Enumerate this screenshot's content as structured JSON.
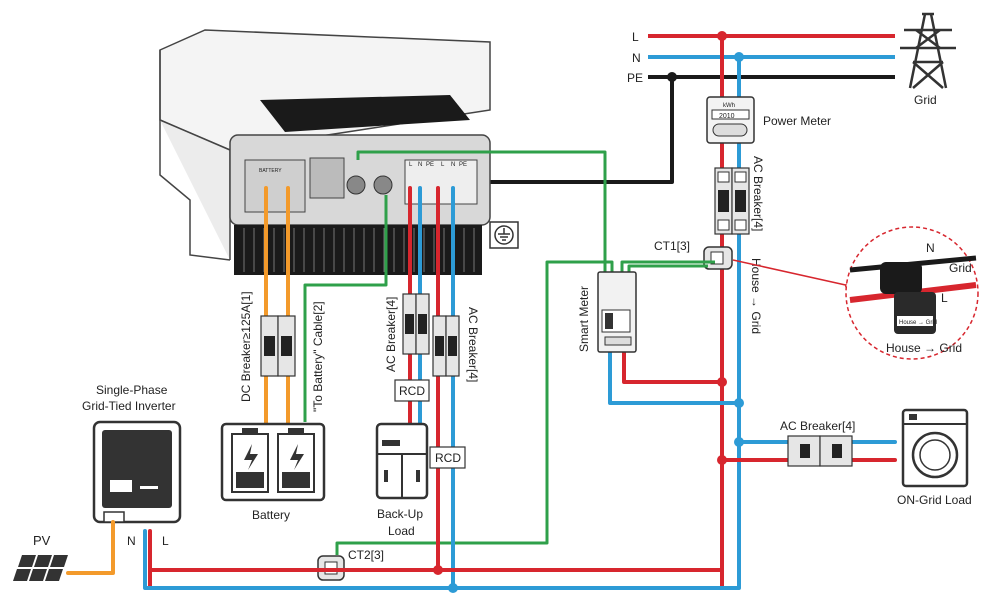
{
  "colors": {
    "live": "#d7262e",
    "neutral": "#2d9bd6",
    "pe": "#1a1a1a",
    "comm": "#2fa04a",
    "dc": "#f39a2b",
    "device_grey": "#cfcfcf",
    "breaker": "#e6e6e6"
  },
  "bus": {
    "l": "L",
    "n": "N",
    "pe": "PE"
  },
  "grid": {
    "label": "Grid",
    "icon": "transmission-tower-icon"
  },
  "power_meter": {
    "label": "Power Meter",
    "unit": "kWh",
    "reading": "2010"
  },
  "ac_breaker_main": {
    "label": "AC Breaker[4]"
  },
  "ct1": {
    "label": "CT1[3]"
  },
  "ct2": {
    "label": "CT2[3]"
  },
  "house_grid_direction": "House → Grid",
  "smart_meter": {
    "label": "Smart Meter"
  },
  "ac_breaker_load": {
    "label": "AC Breaker[4]"
  },
  "on_grid_load": {
    "label": "ON-Grid Load",
    "icon": "washing-machine-icon"
  },
  "inset": {
    "n": "N",
    "l": "L",
    "grid": "Grid",
    "caption": "House → Grid",
    "tag": "House → Grid"
  },
  "inverter": {
    "battery_port": "BATTERY",
    "terminals": [
      "L",
      "N",
      "PE",
      "L",
      "N",
      "PE"
    ],
    "ground_icon": "ground-symbol-icon"
  },
  "dc_breaker": {
    "label": "DC Breaker≥125A[1]"
  },
  "to_battery_cable": {
    "label": "\"To Battery\" Cable[2]"
  },
  "ac_breaker_backup_1": {
    "label": "AC Breaker[4]"
  },
  "ac_breaker_backup_2": {
    "label": "AC Breaker[4]"
  },
  "rcd_1": {
    "label": "RCD"
  },
  "rcd_2": {
    "label": "RCD"
  },
  "battery": {
    "label": "Battery",
    "icon": "battery-icon"
  },
  "backup_load": {
    "label_line1": "Back-Up",
    "label_line2": "Load",
    "icon": "refrigerator-icon"
  },
  "pv_inverter": {
    "title_line1": "Single-Phase",
    "title_line2": "Grid-Tied Inverter",
    "n": "N",
    "l": "L"
  },
  "pv": {
    "label": "PV",
    "icon": "solar-panel-icon"
  }
}
